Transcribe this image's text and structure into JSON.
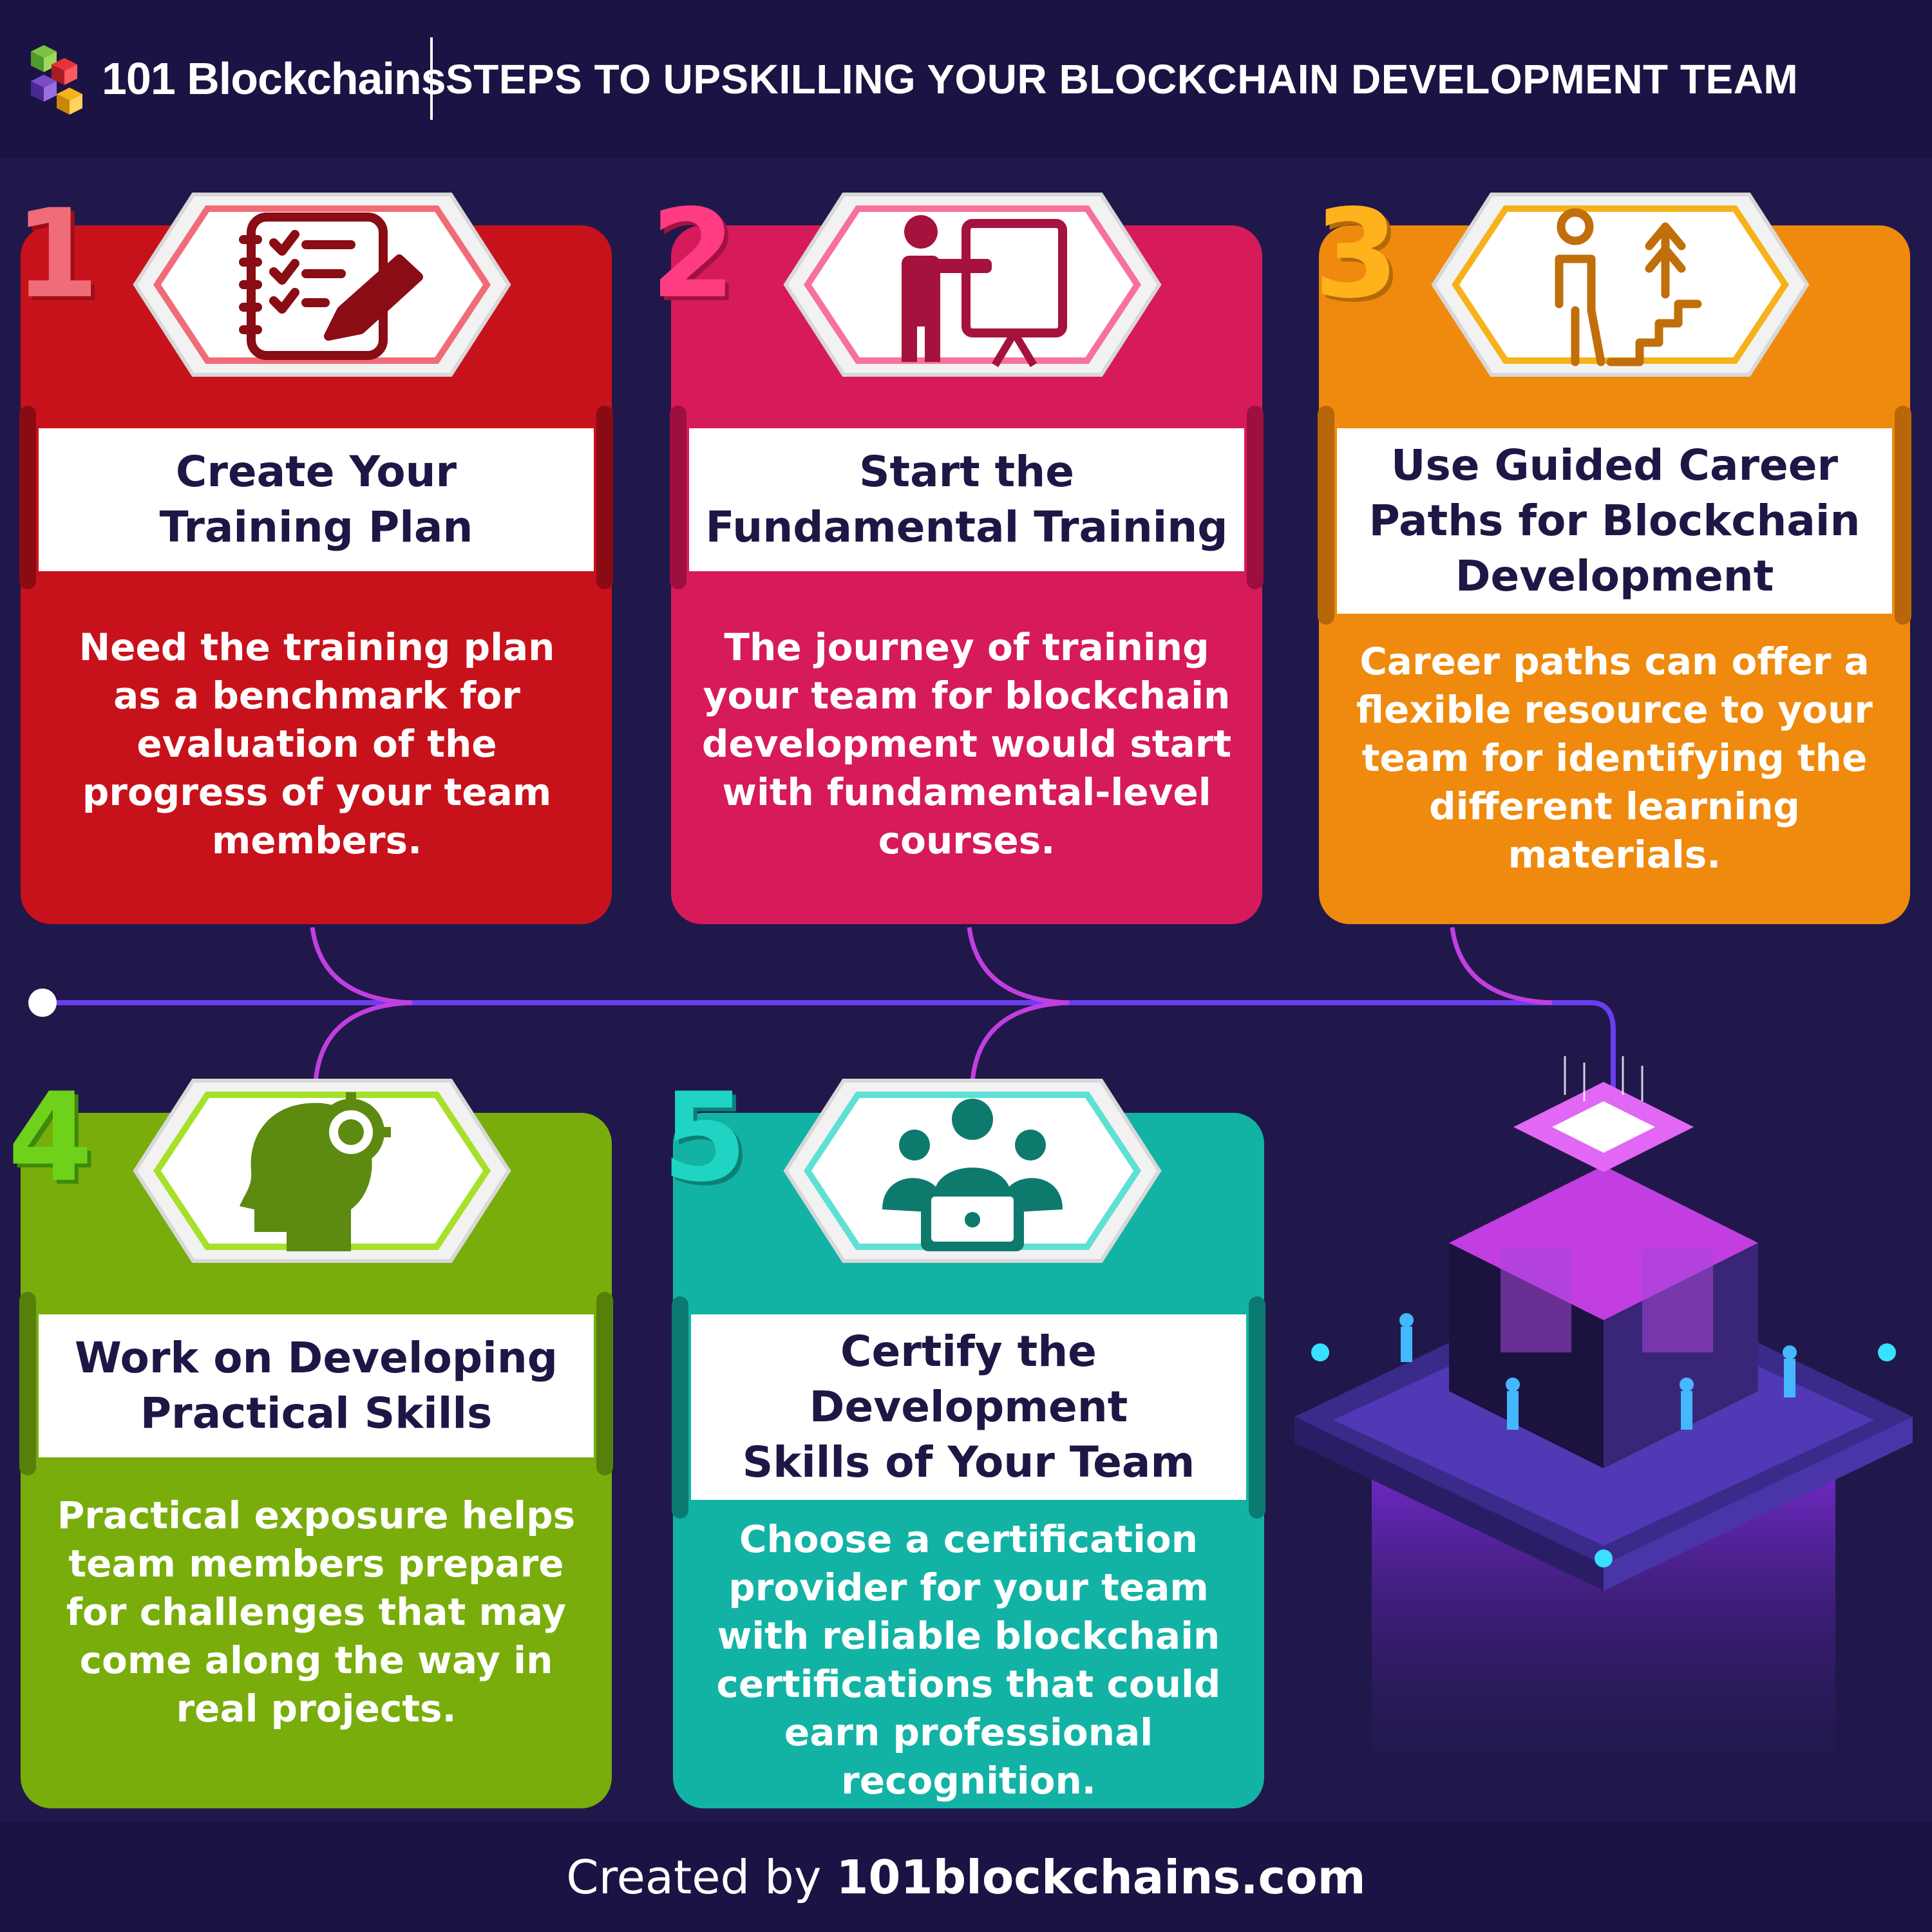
{
  "header": {
    "brand": "101 Blockchains",
    "title": "STEPS TO UPSKILLING YOUR BLOCKCHAIN DEVELOPMENT TEAM"
  },
  "steps": [
    {
      "number": "1",
      "title_lines": [
        "Create Your",
        "Training Plan"
      ],
      "body": "Need the training plan as a benchmark for evaluation of the progress of your team members.",
      "icon": "checklist-pencil-icon",
      "color": "#c8121b"
    },
    {
      "number": "2",
      "title_lines": [
        "Start the",
        "Fundamental Training"
      ],
      "body": "The journey of training your team for blockchain development would start with fundamental-level courses.",
      "icon": "presenter-board-icon",
      "color": "#d61a5a"
    },
    {
      "number": "3",
      "title_lines": [
        "Use Guided Career",
        "Paths for Blockchain",
        "Development"
      ],
      "body": "Career paths can offer a flexible resource to your team for identifying the different learning materials.",
      "icon": "career-stairs-icon",
      "color": "#ef8a0e"
    },
    {
      "number": "4",
      "title_lines": [
        "Work on Developing",
        "Practical Skills"
      ],
      "body": "Practical exposure helps team members prepare for challenges that may come along the way in real projects.",
      "icon": "head-gear-icon",
      "color": "#79ad0c"
    },
    {
      "number": "5",
      "title_lines": [
        "Certify the",
        "Development",
        "Skills of Your Team"
      ],
      "body": "Choose a certification provider for your team with reliable blockchain certifications that could earn professional recognition.",
      "icon": "team-laptop-icon",
      "color": "#12b3a5"
    }
  ],
  "footer": {
    "prefix": "Created by",
    "site": "101blockchains.com"
  }
}
